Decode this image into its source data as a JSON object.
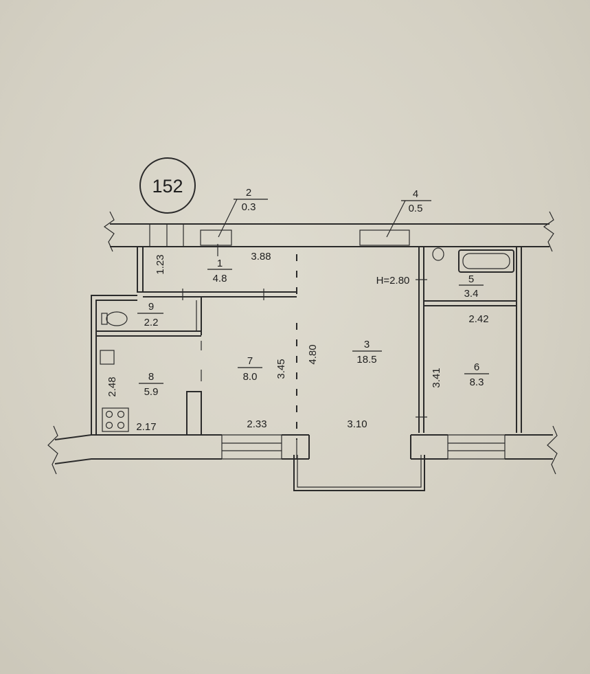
{
  "plan": {
    "apartment_number": "152",
    "ceiling_height": "H=2.80",
    "rooms": [
      {
        "id": "1",
        "area": "4.8"
      },
      {
        "id": "2",
        "area": "0.3"
      },
      {
        "id": "3",
        "area": "18.5"
      },
      {
        "id": "4",
        "area": "0.5"
      },
      {
        "id": "5",
        "area": "3.4"
      },
      {
        "id": "6",
        "area": "8.3"
      },
      {
        "id": "7",
        "area": "8.0"
      },
      {
        "id": "8",
        "area": "5.9"
      },
      {
        "id": "9",
        "area": "2.2"
      }
    ],
    "dimensions": [
      "1.23",
      "3.88",
      "4.80",
      "3.45",
      "3.10",
      "2.33",
      "2.17",
      "2.48",
      "2.42",
      "3.41"
    ]
  }
}
